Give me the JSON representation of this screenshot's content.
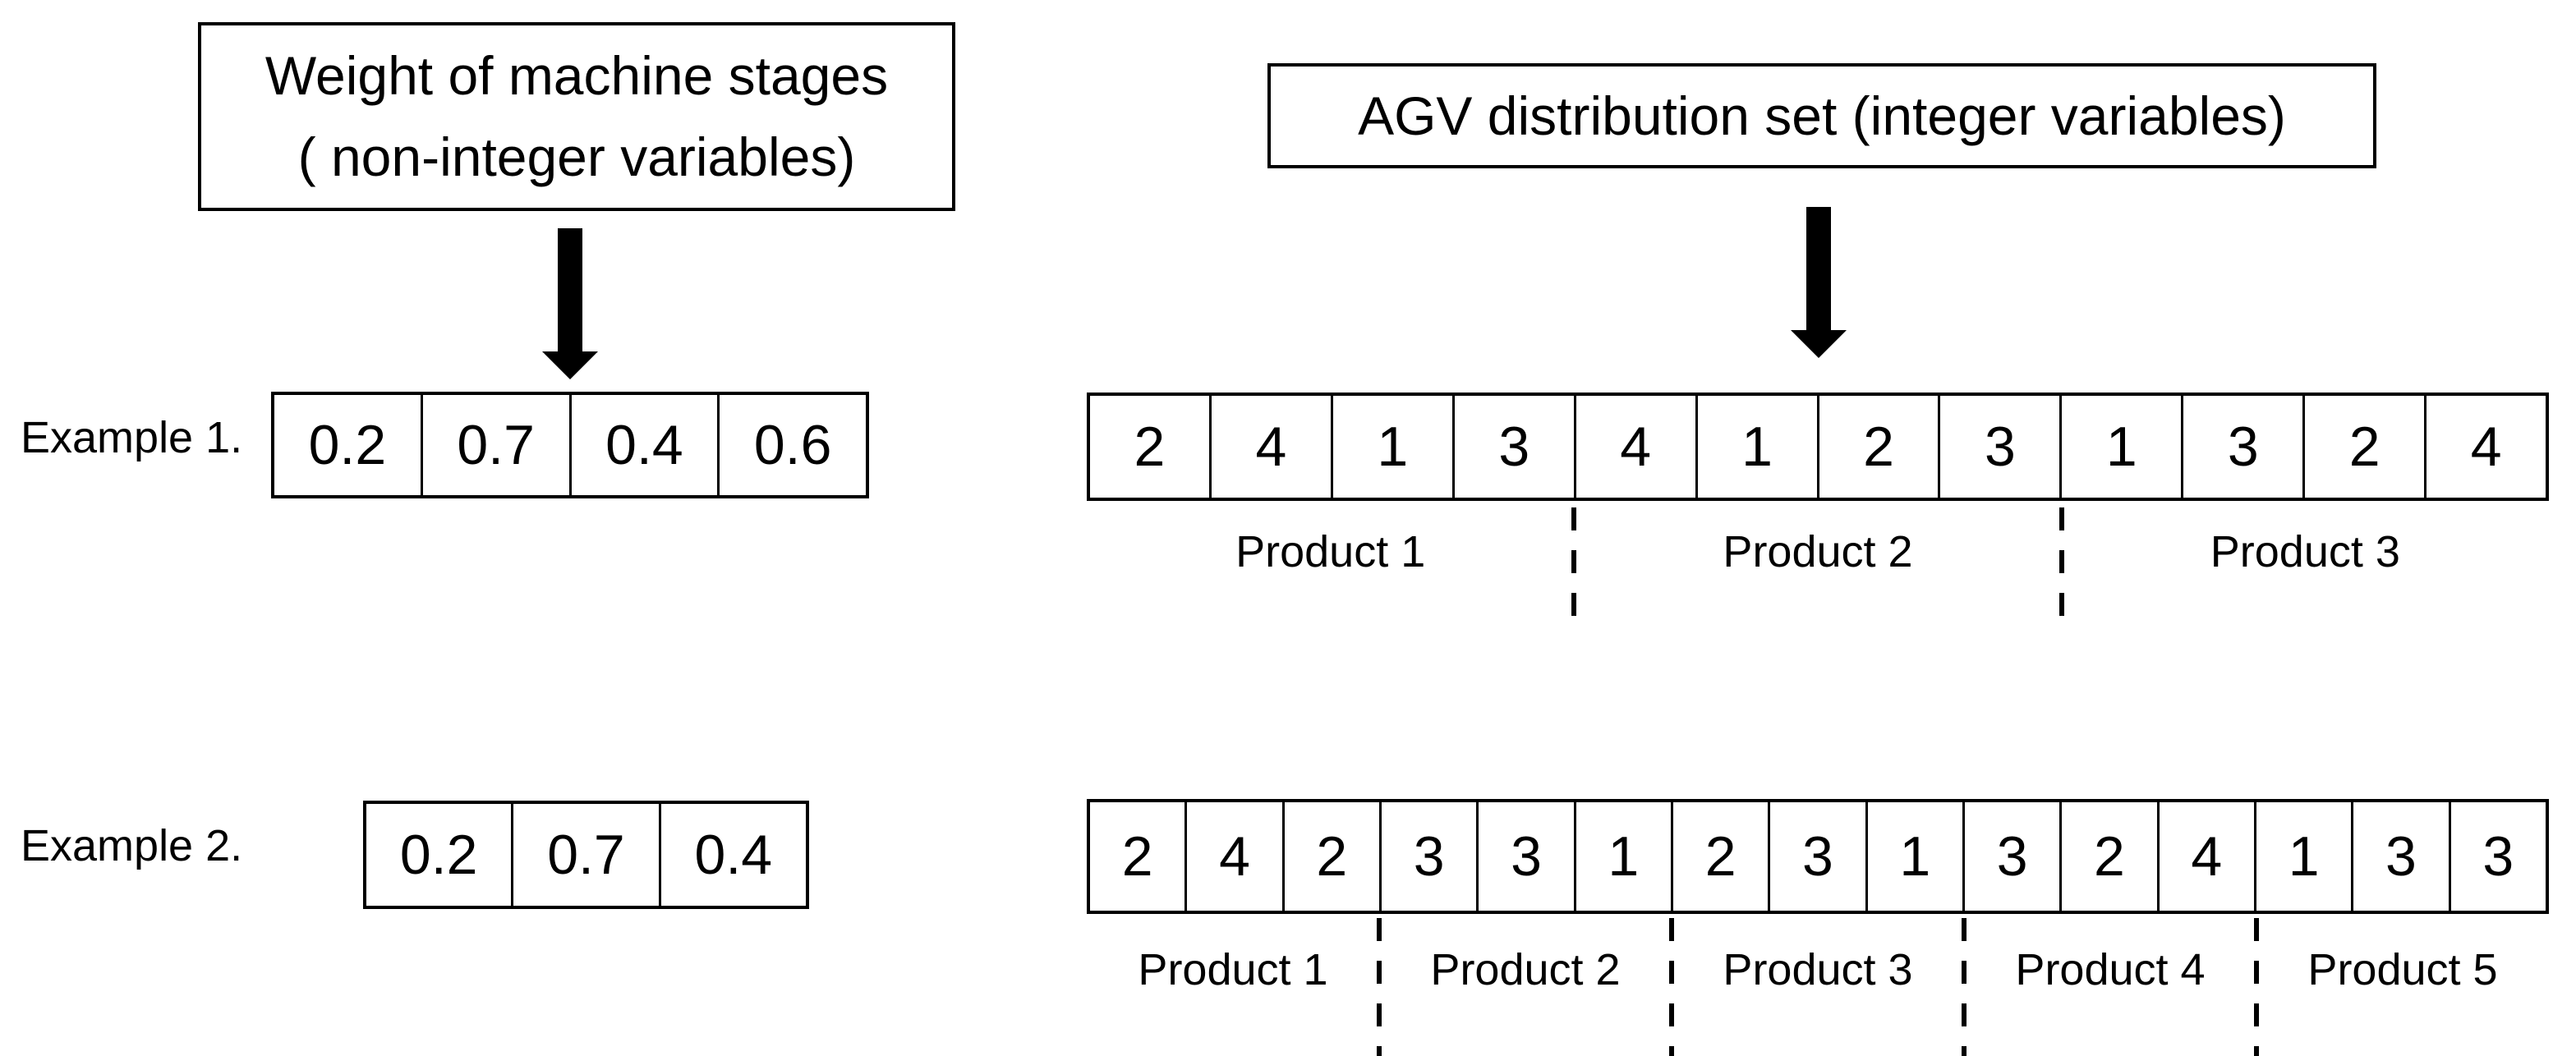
{
  "figure": {
    "headers": {
      "weights": {
        "line1": "Weight of machine stages",
        "line2": "( non-integer variables)"
      },
      "agv": "AGV distribution set (integer variables)"
    },
    "examples": [
      {
        "label": "Example 1.",
        "weights": [
          "0.2",
          "0.7",
          "0.4",
          "0.6"
        ],
        "agv_values": [
          "2",
          "4",
          "1",
          "3",
          "4",
          "1",
          "2",
          "3",
          "1",
          "3",
          "2",
          "4"
        ],
        "products": [
          "Product 1",
          "Product 2",
          "Product 3"
        ]
      },
      {
        "label": "Example 2.",
        "weights": [
          "0.2",
          "0.7",
          "0.4"
        ],
        "agv_values": [
          "2",
          "4",
          "2",
          "3",
          "3",
          "1",
          "2",
          "3",
          "1",
          "3",
          "2",
          "4",
          "1",
          "3",
          "3"
        ],
        "products": [
          "Product 1",
          "Product 2",
          "Product 3",
          "Product 4",
          "Product 5"
        ]
      }
    ],
    "colors": {
      "ink": "#000000",
      "background": "#ffffff"
    }
  }
}
